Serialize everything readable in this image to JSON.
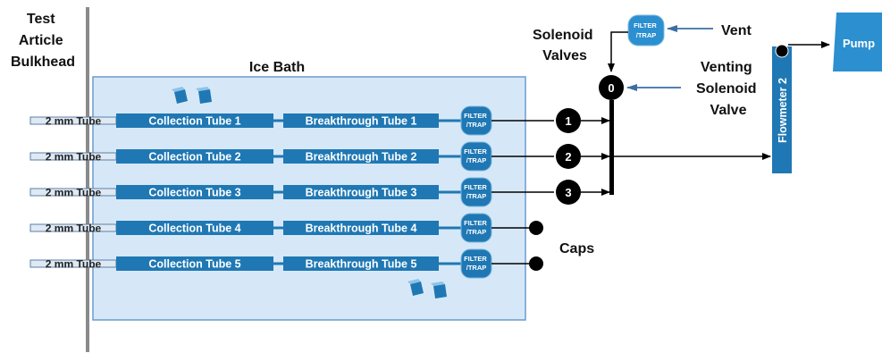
{
  "labels": {
    "bulkhead": [
      "Test",
      "Article",
      "Bulkhead"
    ],
    "ice_bath": "Ice Bath",
    "solenoid_valves": [
      "Solenoid",
      "Valves"
    ],
    "vent": "Vent",
    "venting_valve": [
      "Venting",
      "Solenoid",
      "Valve"
    ],
    "flowmeter": "Flowmeter 2",
    "pump": "Pump",
    "caps": "Caps",
    "filter": [
      "FILTER",
      "/TRAP"
    ]
  },
  "rows": [
    {
      "inlet": "2 mm Tube",
      "collection": "Collection Tube 1",
      "breakthrough": "Breakthrough Tube 1",
      "valve": "1"
    },
    {
      "inlet": "2 mm Tube",
      "collection": "Collection Tube 2",
      "breakthrough": "Breakthrough Tube 2",
      "valve": "2"
    },
    {
      "inlet": "2 mm Tube",
      "collection": "Collection Tube 3",
      "breakthrough": "Breakthrough Tube 3",
      "valve": "3"
    },
    {
      "inlet": "2 mm Tube",
      "collection": "Collection Tube 4",
      "breakthrough": "Breakthrough Tube  4",
      "valve": ""
    },
    {
      "inlet": "2 mm Tube",
      "collection": "Collection Tube 5",
      "breakthrough": "Breakthrough Tube  5",
      "valve": ""
    }
  ],
  "vent_valve": "0",
  "colors": {
    "tube_blue": "#1f78b4",
    "ice_bath_fill": "#d6e8f7",
    "ice_bath_border": "#6a9ccd",
    "arrow_blue": "#3b6ea5",
    "flowmeter_blue": "#1f78b4",
    "pump_blue": "#2b8fd0"
  }
}
